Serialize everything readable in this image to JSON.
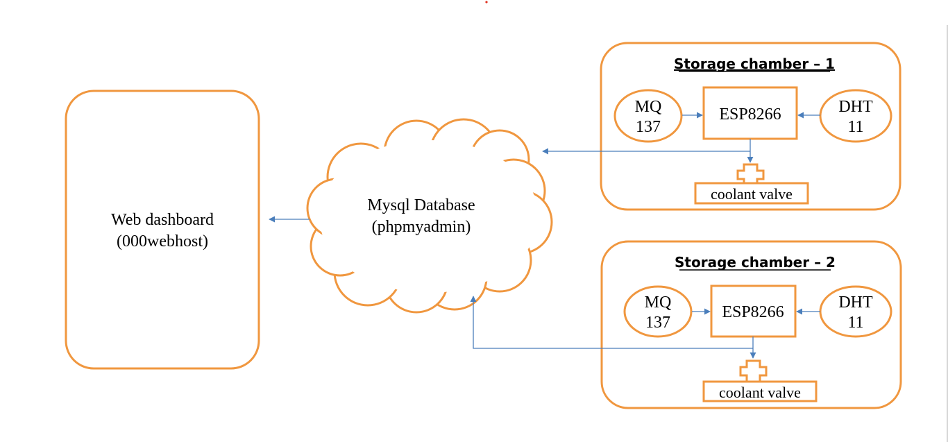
{
  "colors": {
    "shape_stroke": "#F0973F",
    "arrow_stroke": "#4A7EBB",
    "text": "#000000",
    "background": "#FFFFFF",
    "marker_dot": "#E0301E"
  },
  "web_dashboard": {
    "line1": "Web dashboard",
    "line2": "(000webhost)"
  },
  "database": {
    "line1": "Mysql Database",
    "line2": "(phpmyadmin)"
  },
  "chambers": [
    {
      "title": "Storage chamber – 1",
      "gas_sensor": {
        "line1": "MQ",
        "line2": "137"
      },
      "controller": "ESP8266",
      "temp_sensor": {
        "line1": "DHT",
        "line2": "11"
      },
      "valve": "coolant valve"
    },
    {
      "title": "Storage chamber – 2",
      "gas_sensor": {
        "line1": "MQ",
        "line2": "137"
      },
      "controller": "ESP8266",
      "temp_sensor": {
        "line1": "DHT",
        "line2": "11"
      },
      "valve": "coolant valve"
    }
  ]
}
